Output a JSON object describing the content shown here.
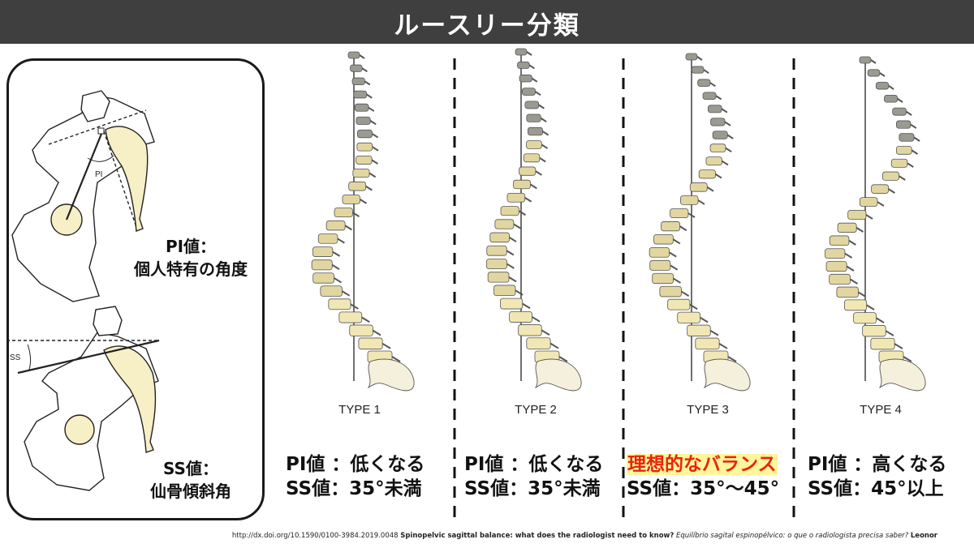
{
  "header": {
    "title": "ルースリー分類"
  },
  "pelvis_panel": {
    "pi_angle_text": "PI",
    "ss_angle_text": "SS",
    "pi_label": [
      "PI値：",
      "個人特有の角度"
    ],
    "ss_label": [
      "SS値：",
      "仙骨傾斜角"
    ]
  },
  "types": [
    {
      "name": "TYPE 1",
      "line1": "PI値 ：低くなる",
      "line2": "SS値：35°未満",
      "highlight": false
    },
    {
      "name": "TYPE 2",
      "line1": "PI値 ：低くなる",
      "line2": "SS値：35°未満",
      "highlight": false
    },
    {
      "name": "TYPE 3",
      "line1": "理想的なバランス",
      "line2": "SS値：35°〜45°",
      "highlight": true
    },
    {
      "name": "TYPE 4",
      "line1": "PI値 ：高くなる",
      "line2": "SS値：45°以上",
      "highlight": false
    }
  ],
  "citation": {
    "url": "http://dx.doi.org/10.1590/0100-3984.2019.0048",
    "title_en": "Spinopelvic sagittal balance: what does the radiologist need to know?",
    "title_pt": "Equilíbrio sagital espinopélvico: o que o radiologista precisa saber?",
    "author": "Leonor"
  },
  "colors": {
    "header_bg": "#3f3f3f",
    "vertebra_cervical": "#9a9a92",
    "vertebra_thoracic": "#e2d6a0",
    "vertebra_lumbar": "#f1e7b4",
    "sacrum": "#f5f0dc",
    "highlight_text": "#e8240f",
    "highlight_bg": "#fff59a"
  }
}
